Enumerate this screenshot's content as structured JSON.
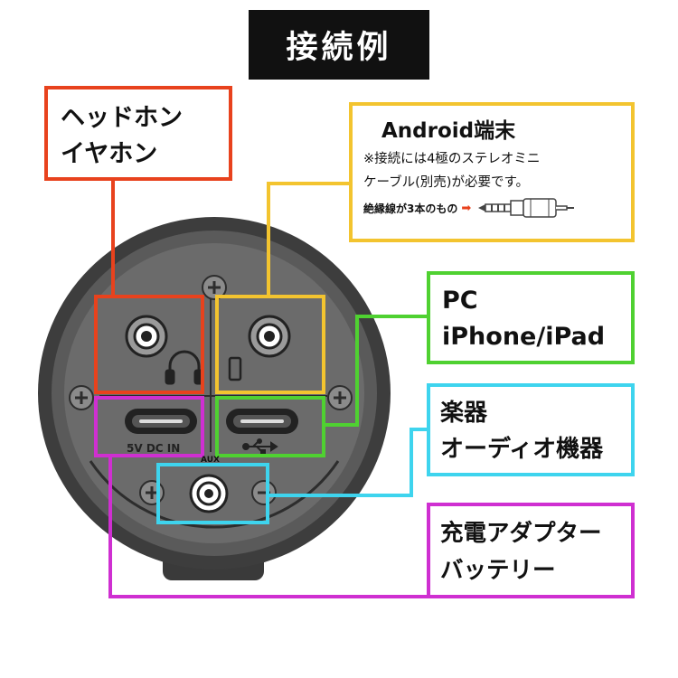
{
  "title": "接続例",
  "labels": {
    "headphone": [
      "ヘッドホン",
      "イヤホン"
    ],
    "android": {
      "heading": "Android端末",
      "note": [
        "※接続には4極のステレオミニ",
        "ケーブル(別売)が必要です。"
      ],
      "cable_text": "絶縁線が3本のもの",
      "arrow": "➡"
    },
    "pc": [
      "PC",
      "iPhone/iPad"
    ],
    "instrument": [
      "楽器",
      "オーディオ機器"
    ],
    "charger": [
      "充電アダプター",
      "バッテリー"
    ]
  },
  "device": {
    "dc_in_label": "5V DC IN",
    "aux_label": "AUX"
  },
  "colors": {
    "headphone": "#e8421d",
    "android": "#f3c42f",
    "pc": "#4fd131",
    "instrument": "#3ed4ee",
    "charger": "#cf2fd1",
    "title_bg": "#111111"
  },
  "icons": [
    "headphones-icon",
    "phone-icon",
    "usb-icon",
    "usb-c-port-icon",
    "audio-jack-icon",
    "trrs-plug-icon",
    "screw-icon"
  ]
}
